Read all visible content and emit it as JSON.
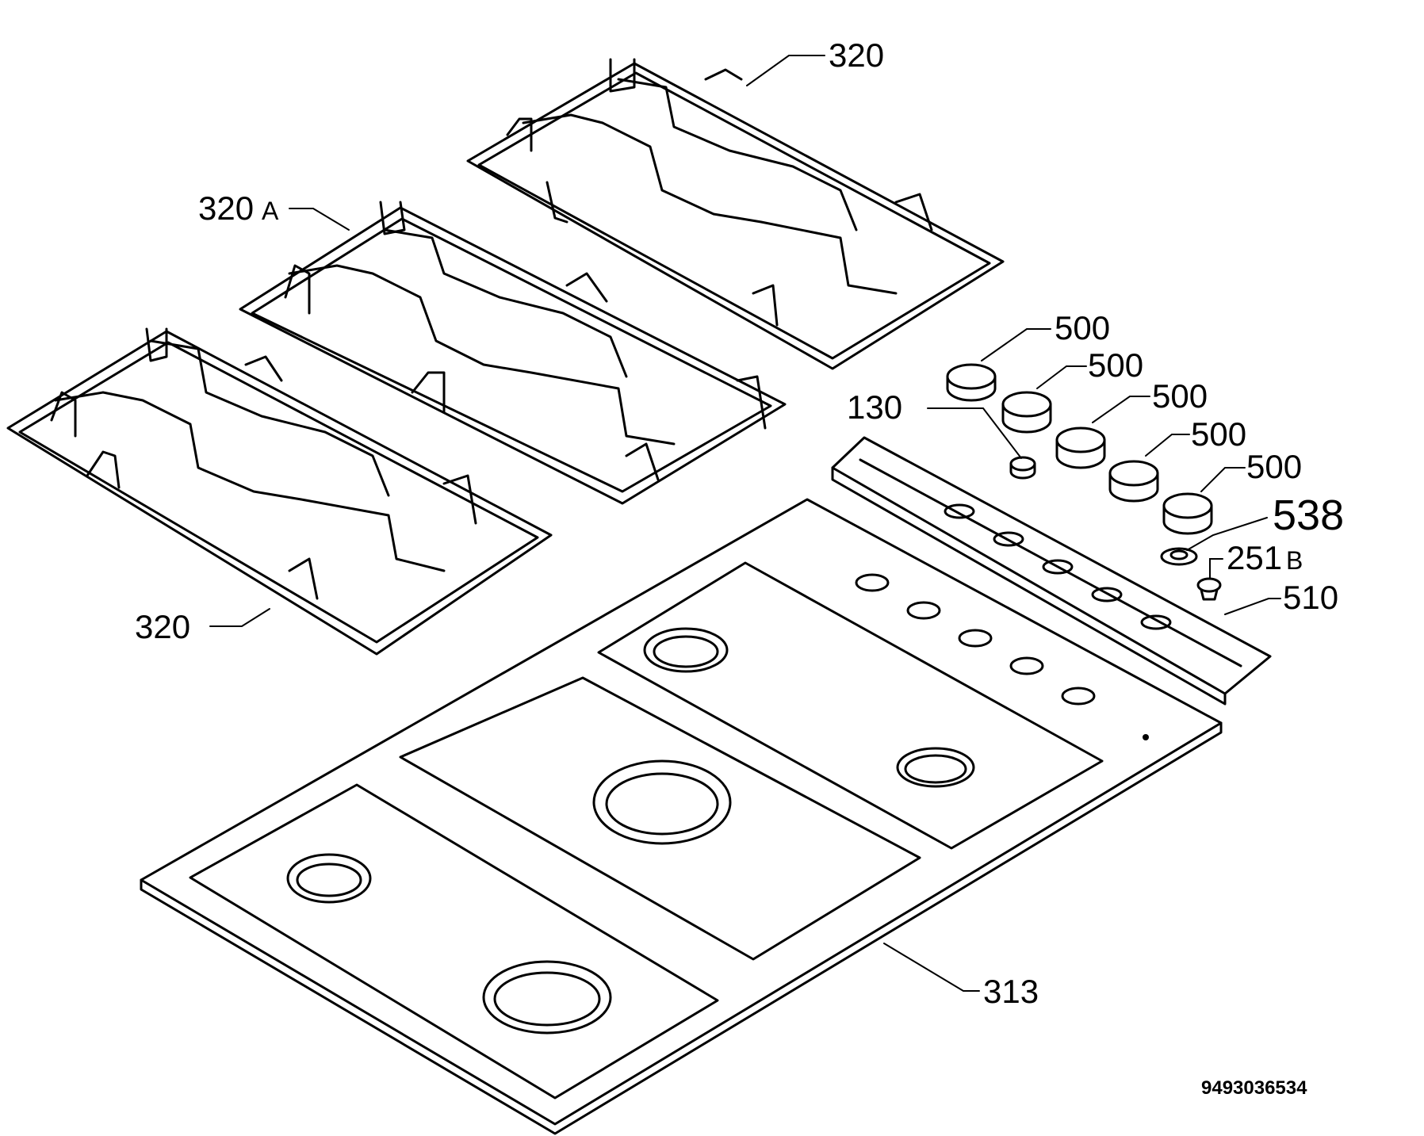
{
  "labels": {
    "grate_top": "320",
    "grate_middle_num": "320",
    "grate_middle_suffix": "A",
    "grate_bottom": "320",
    "knob_1": "500",
    "knob_2": "500",
    "knob_3": "500",
    "knob_4": "500",
    "knob_5": "500",
    "part_130": "130",
    "part_538": "538",
    "part_251_num": "251",
    "part_251_suffix": "B",
    "part_510": "510",
    "part_313": "313"
  },
  "drawing_code": "9493036534"
}
